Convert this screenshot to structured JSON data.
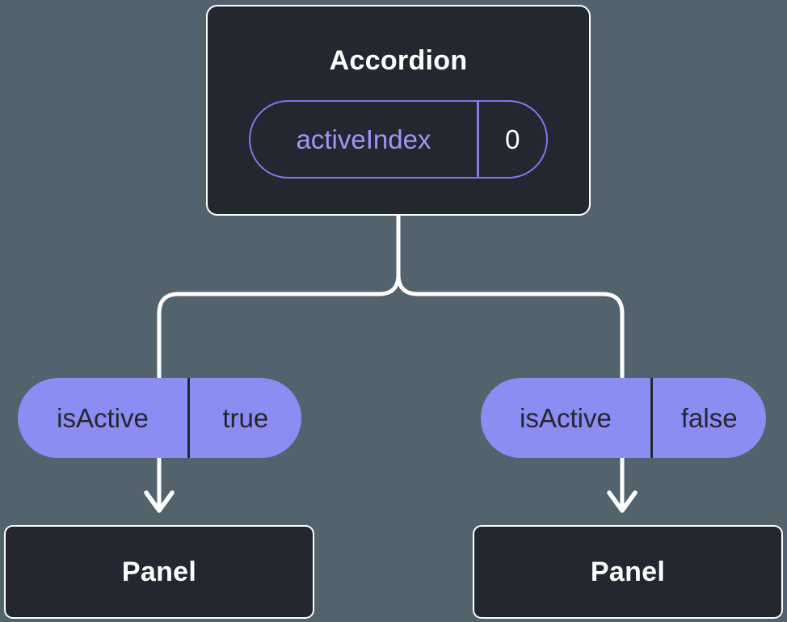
{
  "colors": {
    "background": "#53636e",
    "node_bg": "#23272f",
    "node_border": "#ffffff",
    "node_text": "#ffffff",
    "pill_fill": "#8b8df2",
    "pill_fill_text": "#23272f",
    "pill_fill_divider": "#23272f",
    "accent_outline": "#8577e8",
    "accent_text": "#a295f5",
    "prop_value_text": "#ffffff",
    "line": "#ffffff"
  },
  "root_node": {
    "title": "Accordion",
    "prop_name": "activeIndex",
    "prop_value": "0"
  },
  "left_branch": {
    "prop_name": "isActive",
    "prop_value": "true",
    "node_label": "Panel"
  },
  "right_branch": {
    "prop_name": "isActive",
    "prop_value": "false",
    "node_label": "Panel"
  }
}
